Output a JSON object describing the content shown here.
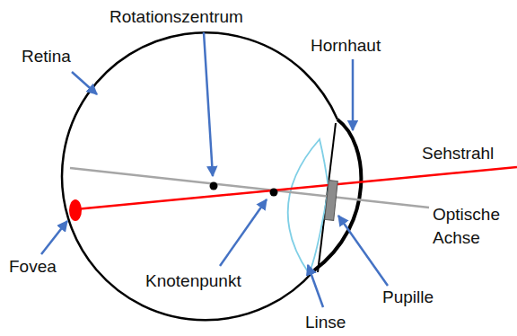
{
  "diagram": {
    "labels": [
      "Rotationszentrum",
      "Hornhaut",
      "Retina",
      "Sehstrahl",
      "Optische Achse",
      "Fovea",
      "Knotenpunkt",
      "Pupille",
      "Linse"
    ]
  }
}
